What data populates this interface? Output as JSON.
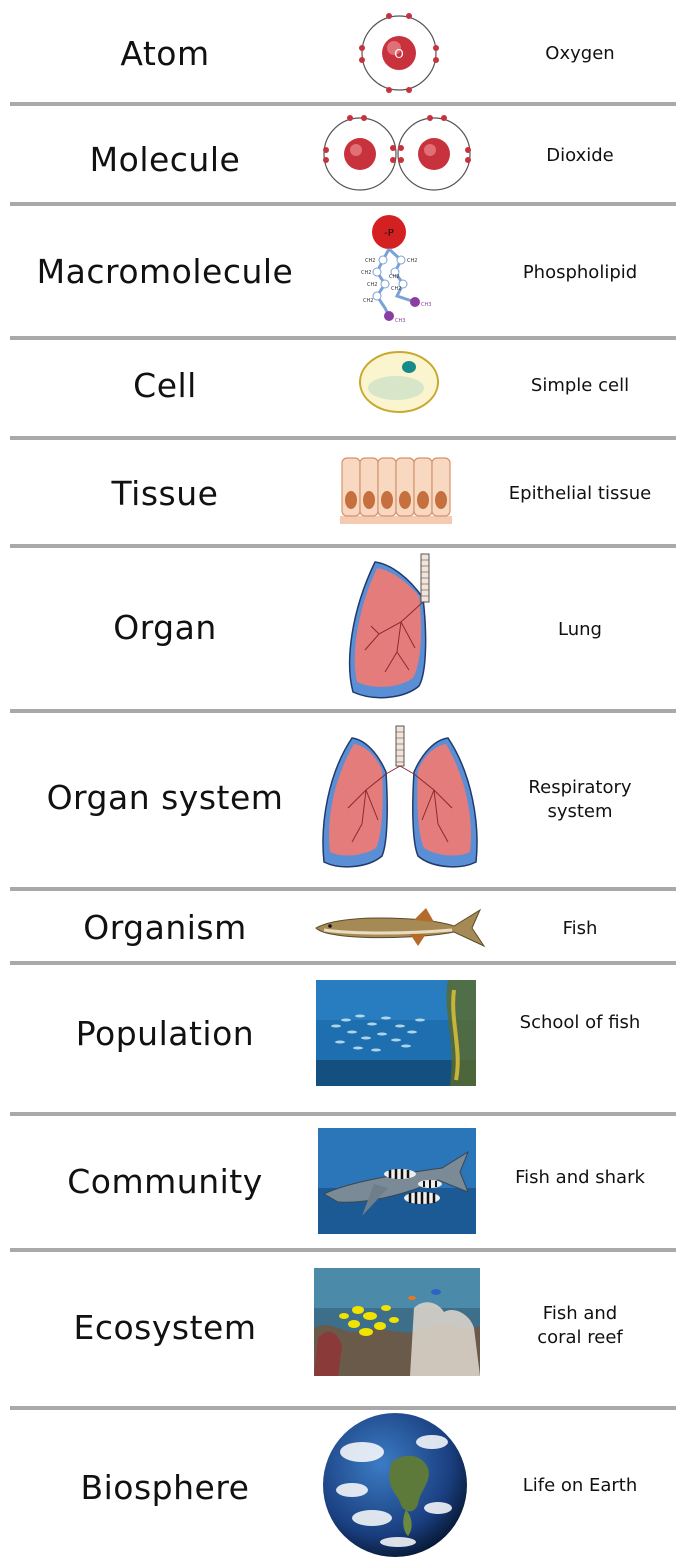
{
  "levels": [
    {
      "name": "Atom",
      "example": "Oxygen"
    },
    {
      "name": "Molecule",
      "example": "Dioxide"
    },
    {
      "name": "Macromolecule",
      "example": "Phospholipid"
    },
    {
      "name": "Cell",
      "example": "Simple cell"
    },
    {
      "name": "Tissue",
      "example": "Epithelial tissue"
    },
    {
      "name": "Organ",
      "example": "Lung"
    },
    {
      "name": "Organ system",
      "example": "Respiratory system"
    },
    {
      "name": "Organism",
      "example": "Fish"
    },
    {
      "name": "Population",
      "example": "School of fish"
    },
    {
      "name": "Community",
      "example": "Fish and shark"
    },
    {
      "name": "Ecosystem",
      "example": "Fish and coral reef"
    },
    {
      "name": "Biosphere",
      "example": "Life on Earth"
    }
  ],
  "atom_symbol": "O",
  "phosphate_label": "-P",
  "chain_labels": [
    "CH2",
    "CH2",
    "CH2",
    "CH2",
    "CH2",
    "CH2",
    "CH2",
    "CH3",
    "CH3"
  ],
  "colors": {
    "divider": "#a9a9a9",
    "atom_red": "#c8323c",
    "lung_pink": "#e47c7c",
    "lung_blue": "#5a8fd6",
    "cell_fill": "#fbf5cf",
    "water_blue": "#1e6fb0"
  }
}
